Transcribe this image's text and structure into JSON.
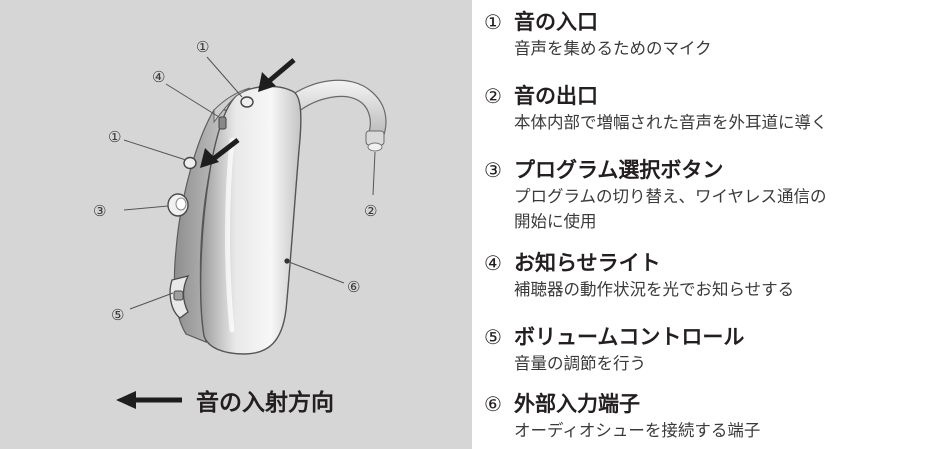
{
  "diagram": {
    "callouts": [
      {
        "id": "c1a",
        "label": "①"
      },
      {
        "id": "c4",
        "label": "④"
      },
      {
        "id": "c1b",
        "label": "①"
      },
      {
        "id": "c3",
        "label": "③"
      },
      {
        "id": "c2",
        "label": "②"
      },
      {
        "id": "c6",
        "label": "⑥"
      },
      {
        "id": "c5",
        "label": "⑤"
      }
    ],
    "caption": "音の入射方向",
    "colors": {
      "panel": "#d6d6d6",
      "body_light": "#f2f2f2",
      "body_mid": "#bdbdbd",
      "outline": "#555555"
    }
  },
  "legend": {
    "items": [
      {
        "num": "①",
        "title": "音の入口",
        "desc": [
          "音声を集めるためのマイク"
        ]
      },
      {
        "num": "②",
        "title": "音の出口",
        "desc": [
          "本体内部で増幅された音声を外耳道に導く"
        ]
      },
      {
        "num": "③",
        "title": "プログラム選択ボタン",
        "desc": [
          "プログラムの切り替え、ワイヤレス通信の",
          "開始に使用"
        ]
      },
      {
        "num": "④",
        "title": "お知らせライト",
        "desc": [
          "補聴器の動作状況を光でお知らせする"
        ]
      },
      {
        "num": "⑤",
        "title": "ボリュームコントロール",
        "desc": [
          "音量の調節を行う"
        ]
      },
      {
        "num": "⑥",
        "title": "外部入力端子",
        "desc": [
          "オーディオシューを接続する端子"
        ]
      }
    ]
  }
}
